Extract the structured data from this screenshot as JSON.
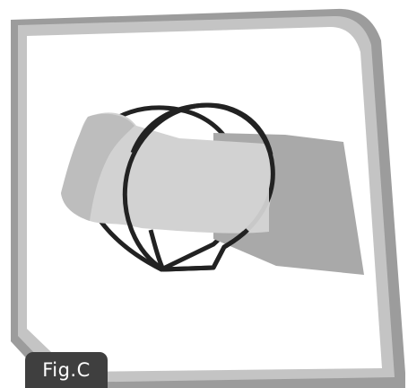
{
  "figure": {
    "label": "Fig.C"
  },
  "colors": {
    "frame_outer": "#9c9c9c",
    "frame_inner": "#c4c4c4",
    "panel_background": "#ffffff",
    "ribbon_light": "#d2d2d2",
    "ribbon_dark": "#a9a9a9",
    "ring_outline": "#222222",
    "label_background": "#3f3f3f",
    "label_text": "#ffffff"
  },
  "icons": {
    "panel": "rounded-slanted-frame",
    "subject": "strap-through-two-loops"
  }
}
